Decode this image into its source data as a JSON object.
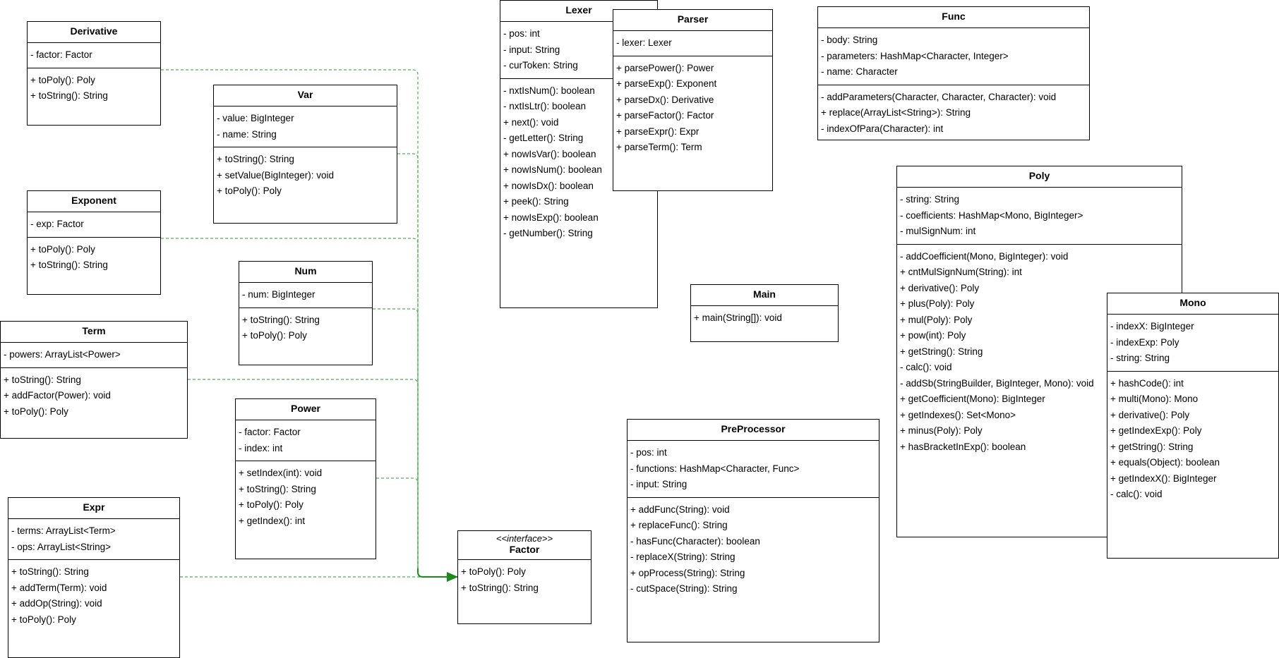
{
  "colors": {
    "edge": "#4caf50",
    "realize": "#1a8a1a",
    "border": "#000000"
  },
  "classes": [
    {
      "id": "Derivative",
      "name": "Derivative",
      "attributes": [
        "- factor: Factor"
      ],
      "methods": [
        "+ toPoly(): Poly",
        "+ toString(): String"
      ]
    },
    {
      "id": "Var",
      "name": "Var",
      "attributes": [
        "- value: BigInteger",
        "- name: String"
      ],
      "methods": [
        "+ toString(): String",
        "+ setValue(BigInteger): void",
        "+ toPoly(): Poly"
      ]
    },
    {
      "id": "Exponent",
      "name": "Exponent",
      "attributes": [
        "- exp: Factor"
      ],
      "methods": [
        "+ toPoly(): Poly",
        "+ toString(): String"
      ]
    },
    {
      "id": "Num",
      "name": "Num",
      "attributes": [
        "- num: BigInteger"
      ],
      "methods": [
        "+ toString(): String",
        "+ toPoly(): Poly"
      ]
    },
    {
      "id": "Term",
      "name": "Term",
      "attributes": [
        "- powers: ArrayList<Power>"
      ],
      "methods": [
        "+ toString(): String",
        "+ addFactor(Power): void",
        "+ toPoly(): Poly"
      ]
    },
    {
      "id": "Power",
      "name": "Power",
      "attributes": [
        "- factor: Factor",
        "- index: int"
      ],
      "methods": [
        "+ setIndex(int): void",
        "+ toString(): String",
        "+ toPoly(): Poly",
        "+ getIndex(): int"
      ]
    },
    {
      "id": "Expr",
      "name": "Expr",
      "attributes": [
        "- terms: ArrayList<Term>",
        "- ops: ArrayList<String>"
      ],
      "methods": [
        "+ toString(): String",
        "+ addTerm(Term): void",
        "+ addOp(String): void",
        "+ toPoly(): Poly"
      ]
    },
    {
      "id": "Factor",
      "name": "Factor",
      "stereotype": "<<interface>>",
      "attributes": [],
      "methods": [
        "+ toPoly(): Poly",
        "+ toString(): String"
      ]
    },
    {
      "id": "Lexer",
      "name": "Lexer",
      "attributes": [
        "- pos: int",
        "- input: String",
        "- curToken: String"
      ],
      "methods": [
        "- nxtIsNum(): boolean",
        "- nxtIsLtr(): boolean",
        "+ next(): void",
        "- getLetter(): String",
        "+ nowIsVar(): boolean",
        "+ nowIsNum(): boolean",
        "+ nowIsDx(): boolean",
        "+ peek(): String",
        "+ nowIsExp(): boolean",
        "- getNumber(): String"
      ]
    },
    {
      "id": "Parser",
      "name": "Parser",
      "attributes": [
        "- lexer: Lexer"
      ],
      "methods": [
        "+ parsePower(): Power",
        "+ parseExp(): Exponent",
        "+ parseDx(): Derivative",
        "+ parseFactor(): Factor",
        "+ parseExpr(): Expr",
        "+ parseTerm(): Term"
      ]
    },
    {
      "id": "Main",
      "name": "Main",
      "attributes": [],
      "methods": [
        "+ main(String[]): void"
      ]
    },
    {
      "id": "PreProcessor",
      "name": "PreProcessor",
      "attributes": [
        "- pos: int",
        "- functions: HashMap<Character, Func>",
        "- input: String"
      ],
      "methods": [
        "+ addFunc(String): void",
        "+ replaceFunc(): String",
        "- hasFunc(Character): boolean",
        "- replaceX(String): String",
        "+ opProcess(String): String",
        "- cutSpace(String): String"
      ]
    },
    {
      "id": "Func",
      "name": "Func",
      "attributes": [
        "- body: String",
        "- parameters: HashMap<Character, Integer>",
        "- name: Character"
      ],
      "methods": [
        "- addParameters(Character, Character, Character): void",
        "+ replace(ArrayList<String>): String",
        "- indexOfPara(Character): int"
      ]
    },
    {
      "id": "Poly",
      "name": "Poly",
      "attributes": [
        "- string: String",
        "- coefficients: HashMap<Mono, BigInteger>",
        "- mulSignNum: int"
      ],
      "methods": [
        "- addCoefficient(Mono, BigInteger): void",
        "+ cntMulSignNum(String): int",
        "+ derivative(): Poly",
        "+ plus(Poly): Poly",
        "+ mul(Poly): Poly",
        "+ pow(int): Poly",
        "+ getString(): String",
        "- calc(): void",
        "- addSb(StringBuilder, BigInteger, Mono): void",
        "+ getCoefficient(Mono): BigInteger",
        "+ getIndexes(): Set<Mono>",
        "+ minus(Poly): Poly",
        "+ hasBracketInExp(): boolean"
      ]
    },
    {
      "id": "Mono",
      "name": "Mono",
      "attributes": [
        "- indexX: BigInteger",
        "- indexExp: Poly",
        "- string: String"
      ],
      "methods": [
        "+ hashCode(): int",
        "+ multi(Mono): Mono",
        "+ derivative(): Poly",
        "+ getIndexExp(): Poly",
        "+ getString(): String",
        "+ equals(Object): boolean",
        "+ getIndexX(): BigInteger",
        "- calc(): void"
      ]
    }
  ],
  "relations": [
    {
      "from": "Derivative",
      "to": "Factor",
      "type": "realization"
    },
    {
      "from": "Var",
      "to": "Factor",
      "type": "realization"
    },
    {
      "from": "Exponent",
      "to": "Factor",
      "type": "realization"
    },
    {
      "from": "Num",
      "to": "Factor",
      "type": "realization"
    },
    {
      "from": "Term",
      "to": "Factor",
      "type": "realization"
    },
    {
      "from": "Power",
      "to": "Factor",
      "type": "realization"
    },
    {
      "from": "Expr",
      "to": "Factor",
      "type": "realization"
    }
  ]
}
